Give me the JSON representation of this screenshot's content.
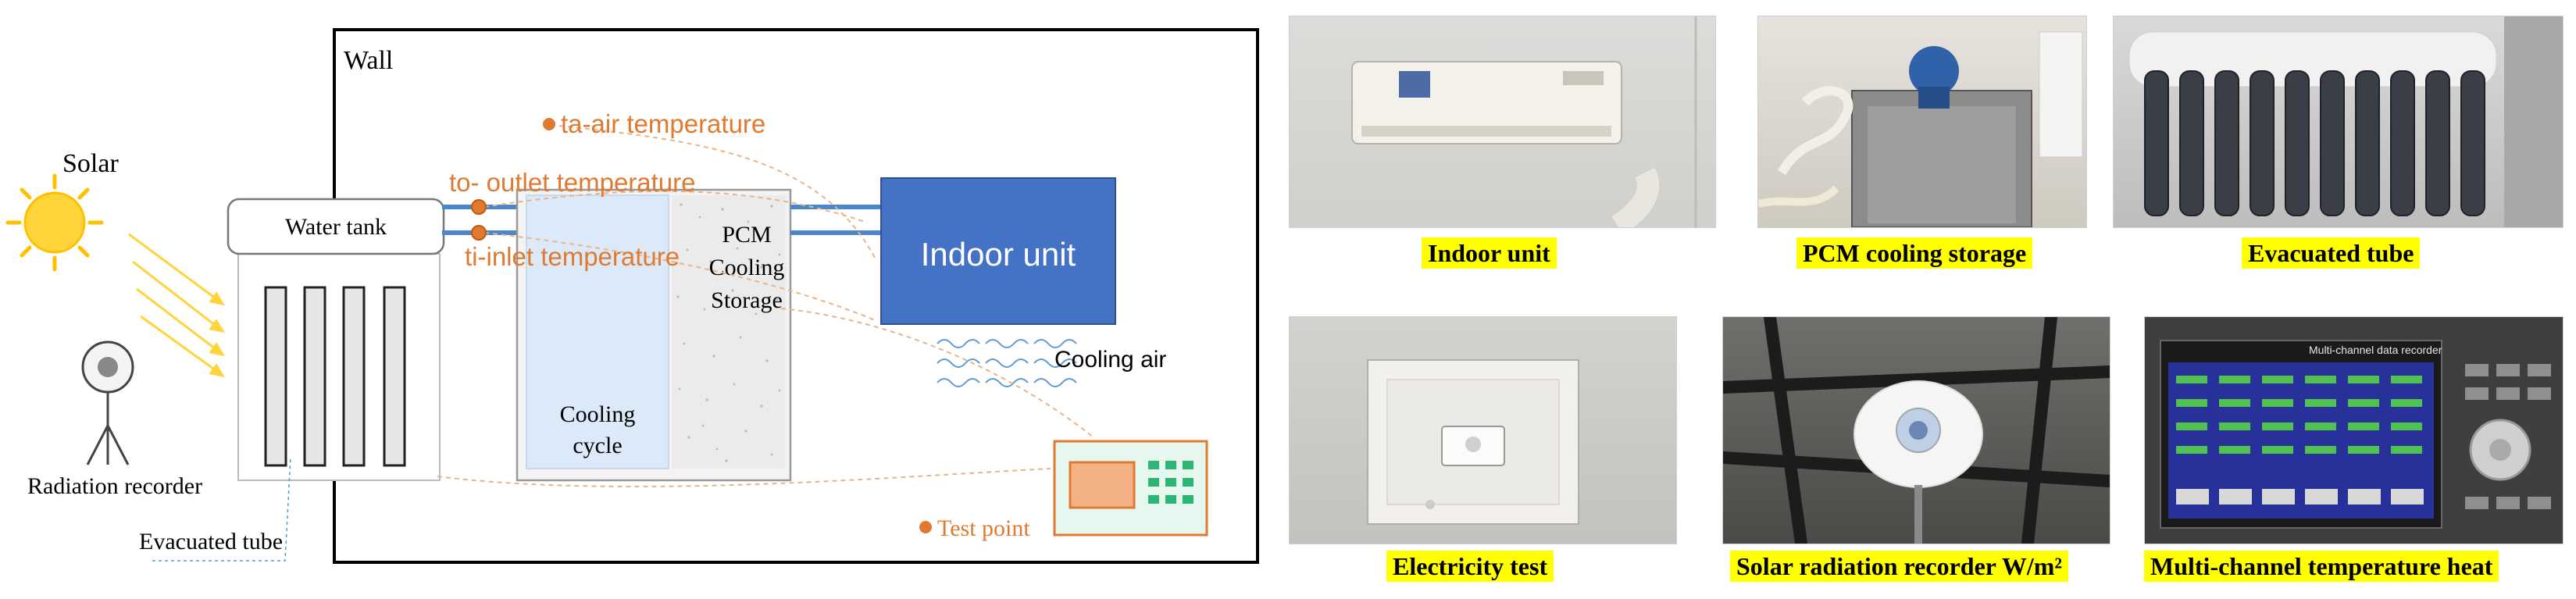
{
  "diagram": {
    "wall_label": "Wall",
    "solar_label": "Solar",
    "radiation_recorder_label": "Radiation recorder",
    "evacuated_tube_label": "Evacuated tube",
    "water_tank_label": "Water tank",
    "ta_label": "ta-air temperature",
    "to_label": "to- outlet temperature",
    "ti_label": "ti-inlet temperature",
    "pcm_label_1": "PCM",
    "pcm_label_2": "Cooling",
    "pcm_label_3": "Storage",
    "cooling_cycle_1": "Cooling",
    "cooling_cycle_2": "cycle",
    "indoor_unit_label": "Indoor unit",
    "cooling_air_label": "Cooling air",
    "test_point_label": "Test point",
    "colors": {
      "annotation": "#e07a30",
      "indoor_unit": "#4472c4",
      "pipe": "#4a86c8",
      "sun": "#ffd43b",
      "cooling_cycle_fill": "#dbe9f8",
      "logger_border": "#e07a30",
      "logger_fill": "#e6f7ef"
    }
  },
  "photos": {
    "indoor_unit_caption": "Indoor unit",
    "pcm_storage_caption": "PCM cooling storage",
    "evacuated_tube_caption": "Evacuated tube",
    "electricity_test_caption": "Electricity  test",
    "solar_recorder_caption": "Solar radiation recorder W/m²",
    "multichannel_caption": "Multi-channel temperature heat",
    "logger_screen_title": "Multi-channel data recorder"
  }
}
